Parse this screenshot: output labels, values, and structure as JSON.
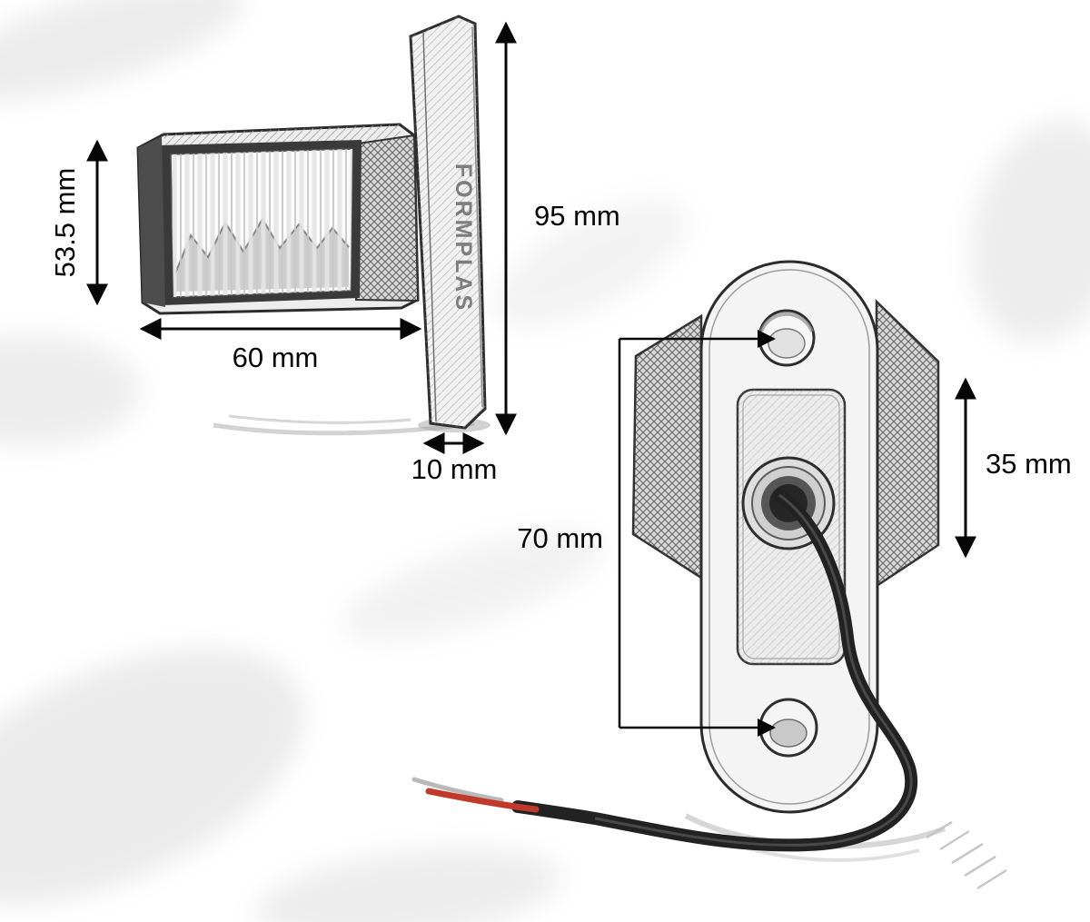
{
  "diagram": {
    "brand_label": "FORMPLAS",
    "dims": {
      "lamp_height": "53.5 mm",
      "lamp_width": "60 mm",
      "bracket_height": "95 mm",
      "bracket_thickness": "10 mm",
      "hole_spacing": "70 mm",
      "flange_height": "35 mm"
    }
  }
}
